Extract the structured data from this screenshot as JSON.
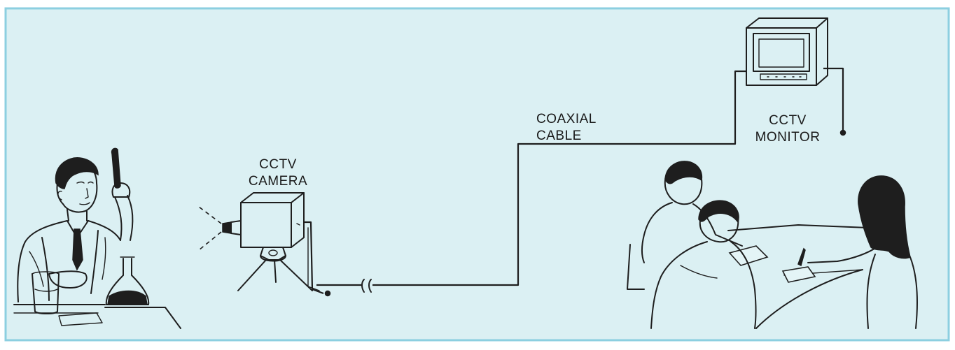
{
  "colors": {
    "page": "#ffffff",
    "panel": "#dbf0f3",
    "frame": "#8ccfe0",
    "ink": "#1e1e1e"
  },
  "labels": {
    "camera_line1": "CCTV",
    "camera_line2": "CAMERA",
    "cable_line1": "COAXIAL",
    "cable_line2": "CABLE",
    "monitor_line1": "CCTV",
    "monitor_line2": "MONITOR"
  }
}
